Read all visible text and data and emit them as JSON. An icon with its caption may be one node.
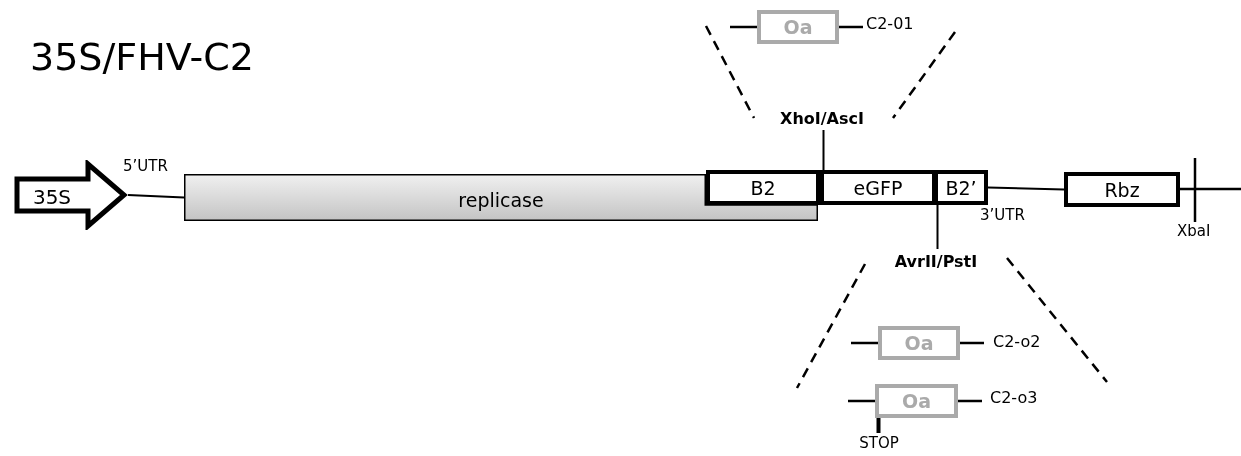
{
  "diagram": {
    "title": "35S/FHV-C2",
    "nodes": [
      {
        "text": [
          "Oa"
        ],
        "beside": [
          "C2-01"
        ]
      },
      {
        "text": [
          "XhoI/AscI"
        ]
      },
      {
        "text": [
          "35S"
        ]
      },
      {
        "text": [
          "replicase"
        ]
      },
      {
        "text": [
          "B2"
        ]
      },
      {
        "text": [
          "eGFP"
        ]
      },
      {
        "text": [
          "B2’"
        ]
      },
      {
        "text": [
          "Rbz"
        ]
      },
      {
        "text": [
          "AvrII/PstI"
        ]
      },
      {
        "text": [
          "Oa"
        ],
        "beside": [
          "C2-o2"
        ]
      },
      {
        "text": [
          "Oa"
        ],
        "beside": [
          "C2-o3"
        ]
      },
      {
        "text": [
          "STOP"
        ]
      }
    ],
    "edges": [
      {
        "from": 2,
        "to": 3,
        "arrow": "none"
      },
      {
        "from": 6,
        "to": 7,
        "arrow": "none"
      },
      {
        "from": 1,
        "to": 5,
        "arrow": "none"
      },
      {
        "from": 8,
        "to": 6,
        "arrow": "none"
      },
      {
        "from": 11,
        "to": 10,
        "arrow": "none",
        "style": "thick"
      }
    ],
    "labels": [
      "5’UTR",
      "3’UTR",
      "XbaI"
    ]
  }
}
